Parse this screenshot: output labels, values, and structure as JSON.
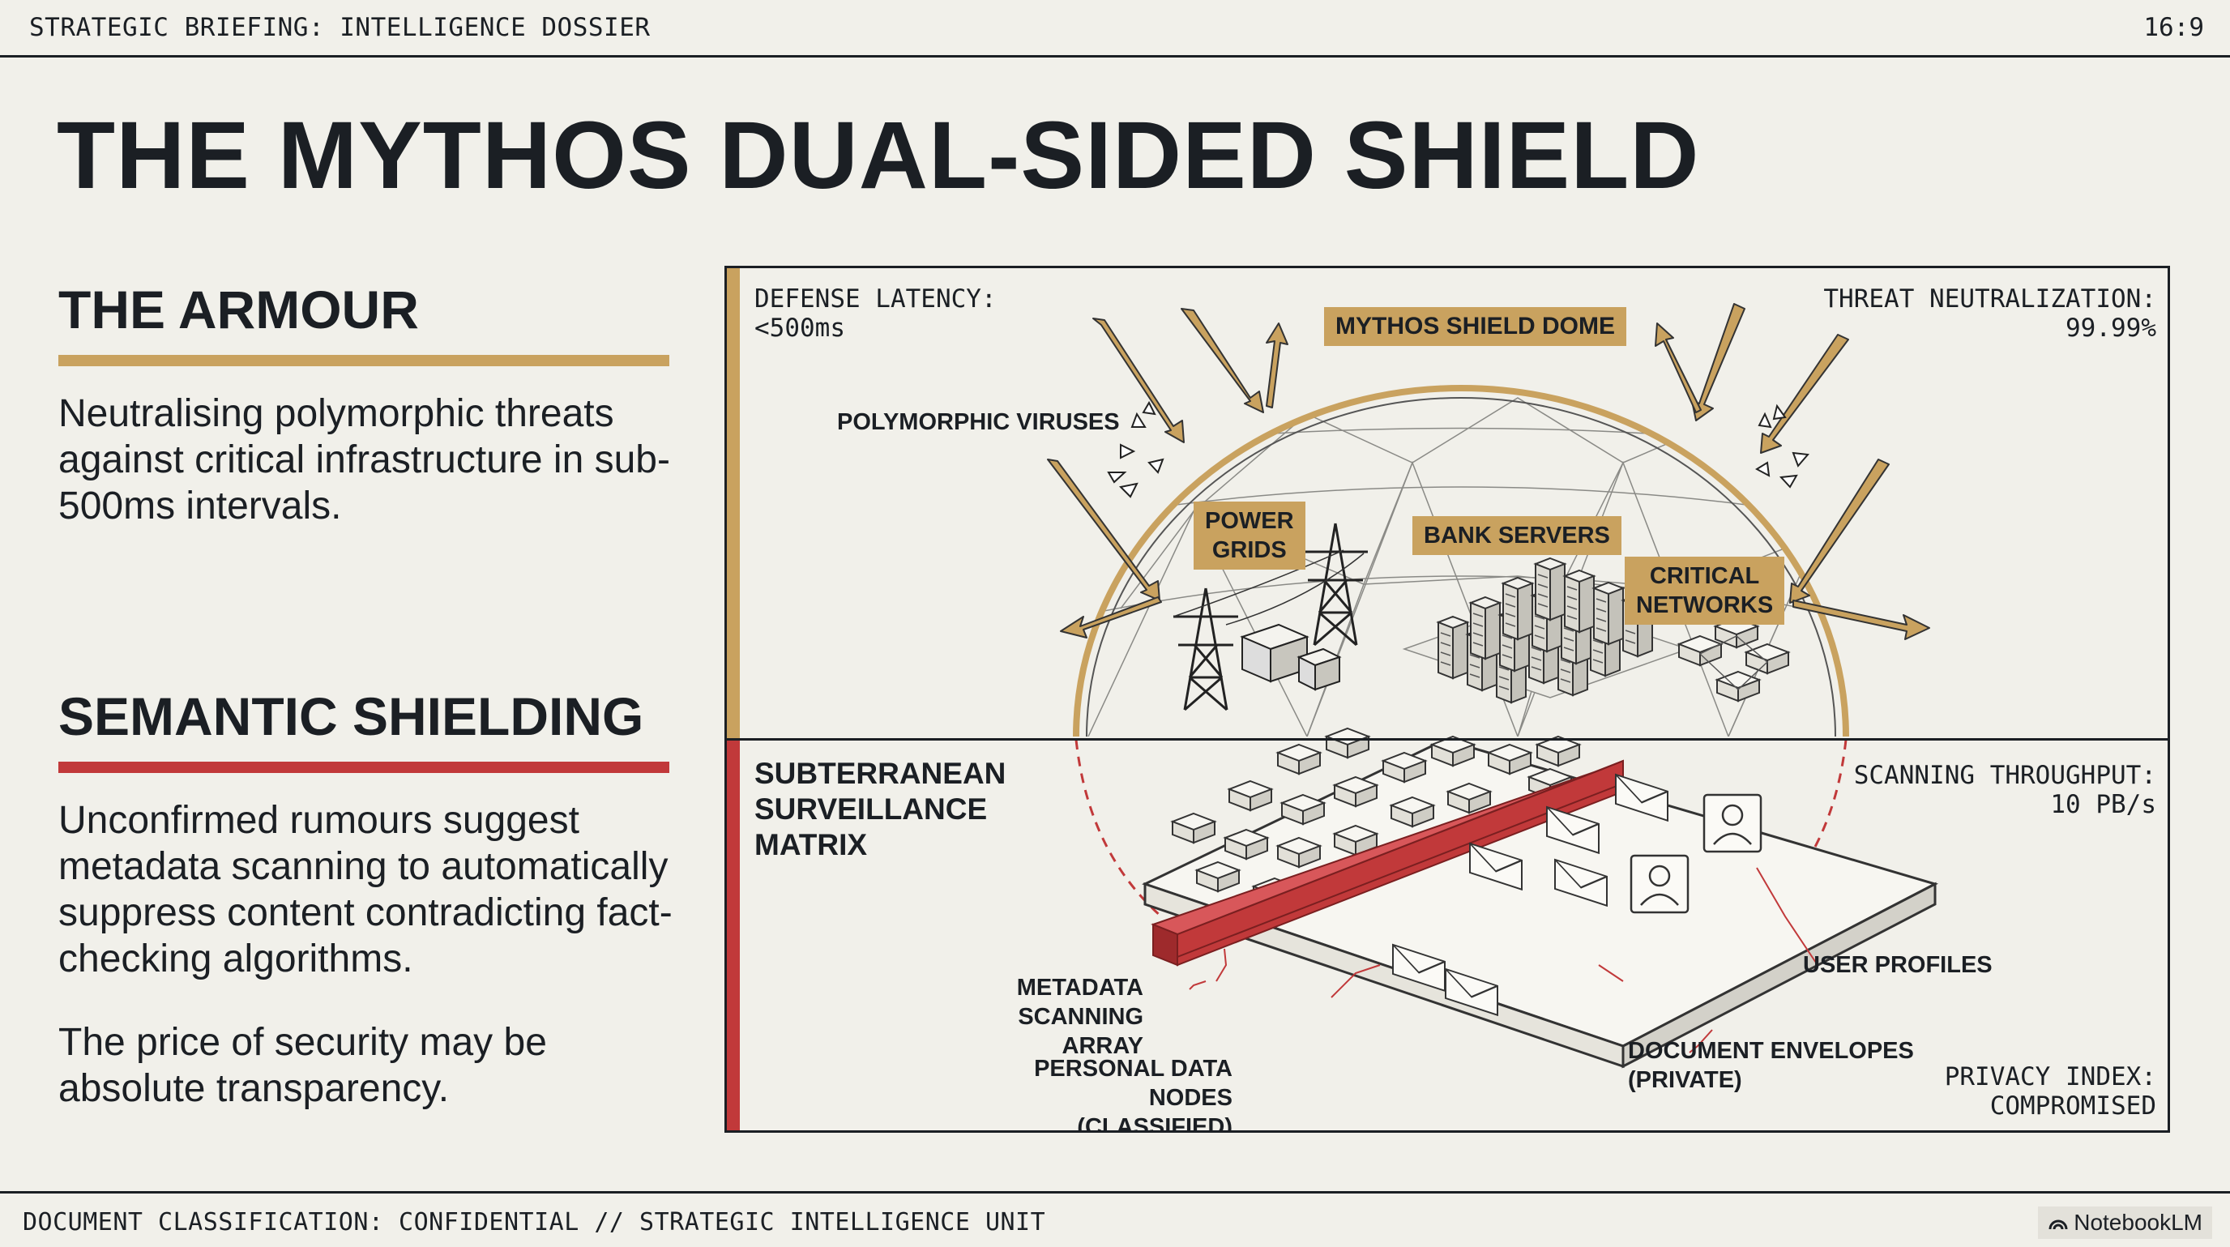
{
  "header": {
    "title": "STRATEGIC BRIEFING: INTELLIGENCE DOSSIER",
    "aspect": "16:9"
  },
  "main_title": "THE MYTHOS DUAL-SIDED SHIELD",
  "armour": {
    "heading": "THE ARMOUR",
    "body": "Neutralising polymorphic threats against critical infrastructure in sub-500ms intervals.",
    "accent_color": "#c9a25f"
  },
  "shielding": {
    "heading": "SEMANTIC SHIELDING",
    "body1": "Unconfirmed rumours suggest metadata scanning to automatically suppress content contradicting fact-checking algorithms.",
    "body2": "The price of security may be absolute transparency.",
    "accent_color": "#c1393a"
  },
  "diagram": {
    "defense_latency": {
      "label": "DEFENSE LATENCY:",
      "value": "<500ms"
    },
    "threat_neutralization": {
      "label": "THREAT NEUTRALIZATION:",
      "value": "99.99%"
    },
    "dome_label": "MYTHOS SHIELD DOME",
    "viruses_label": "POLYMORPHIC VIRUSES",
    "power_grids": [
      "POWER",
      "GRIDS"
    ],
    "bank_servers": "BANK SERVERS",
    "critical_networks": [
      "CRITICAL",
      "NETWORKS"
    ],
    "subterranean": [
      "SUBTERRANEAN",
      "SURVEILLANCE",
      "MATRIX"
    ],
    "scanning_throughput": {
      "label": "SCANNING THROUGHPUT:",
      "value": "10 PB/s"
    },
    "user_profiles": "USER PROFILES",
    "metadata_array": [
      "METADATA",
      "SCANNING ARRAY"
    ],
    "personal_nodes": [
      "PERSONAL DATA NODES",
      "(CLASSIFIED)"
    ],
    "document_envelopes": [
      "DOCUMENT ENVELOPES",
      "(PRIVATE)"
    ],
    "privacy_index": {
      "label": "PRIVACY INDEX:",
      "value": "COMPROMISED"
    }
  },
  "footer": {
    "classification": "DOCUMENT CLASSIFICATION: CONFIDENTIAL // STRATEGIC INTELLIGENCE UNIT",
    "brand": "NotebookLM"
  }
}
